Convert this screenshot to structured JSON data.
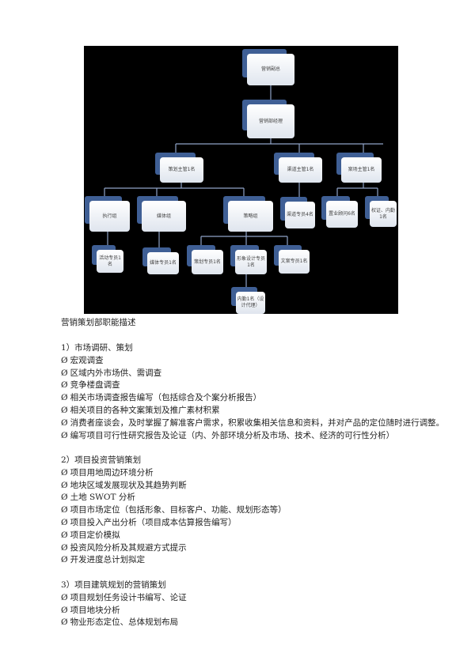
{
  "org_chart": {
    "nodes": {
      "vp": "营销副总",
      "manager": "营销部经理",
      "planning_supervisor": "策划主管1名",
      "channel_supervisor": "渠道主管1名",
      "site_supervisor": "案场主管1名",
      "execution_group": "执行组",
      "media_group": "媒体组",
      "strategy_group": "策略组",
      "channel_specialist": "渠道专员4名",
      "sales_consultant": "置业顾问6名",
      "permit_clerk": "权证、内勤1名",
      "event_specialist": "活动专员1名",
      "media_specialist": "媒体专员1名",
      "planning_specialist": "策划专员1名",
      "design_specialist": "形象设计专员1名",
      "copy_specialist": "文案专员1名",
      "clerk": "内勤1名（设计代理）"
    }
  },
  "document": {
    "title": "营销策划部职能描述",
    "bullet": "Ø",
    "sections": [
      {
        "heading": "1）市场调研、策划",
        "items": [
          "宏观调查",
          "区域内外市场供、需调查",
          "竞争楼盘调查",
          "相关市场调查报告编写（包括综合及个案分析报告）",
          "相关项目的各种文案策划及推广素材积累",
          "消费者座谈会，及时掌握了解准客户需求，积累收集相关信息和资料，并对产品的定位随时进行调整。",
          "编写项目可行性研究报告及论证（内、外部环境分析及市场、技术、经济的可行性分析）"
        ]
      },
      {
        "heading": "2）项目投资营销策划",
        "items": [
          "项目用地周边环境分析",
          "地块区域发展现状及其趋势判断",
          "土地 SWOT 分析",
          "项目市场定位（包括形象、目标客户、功能、规划形态等）",
          "项目投入产出分析（项目成本估算报告编写）",
          "项目定价模拟",
          "投资风险分析及其规避方式提示",
          "开发进度总计划拟定"
        ]
      },
      {
        "heading": "3）项目建筑规划的营销策划",
        "items": [
          "项目规划任务设计书编写、论证",
          "项目地块分析",
          "物业形态定位、总体规划布局"
        ]
      }
    ]
  }
}
